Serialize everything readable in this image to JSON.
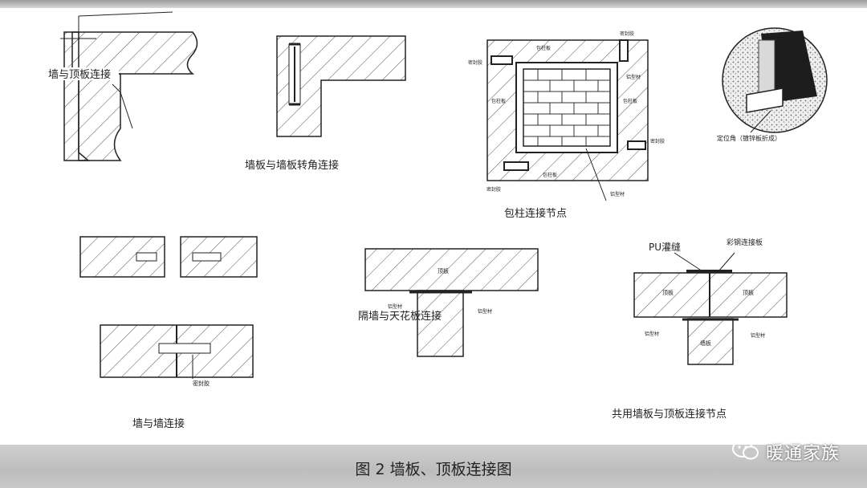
{
  "diagram": {
    "roof_wall": {
      "label": "墙与顶板连接"
    },
    "wall_corner": {
      "label": "墙板与墙板转角连接"
    },
    "column": {
      "label": "包柱连接节点",
      "tags": [
        "密封胶",
        "密封胶",
        "密封胶",
        "密封胶",
        "包柱板",
        "包柱板",
        "包柱板",
        "包柱板",
        "铝型材",
        "铝型材"
      ]
    },
    "locator": {
      "label": "定位角（镀锌板折成）"
    },
    "wall_wall": {
      "label": "墙与墙连接",
      "tag": "密封胶"
    },
    "partition": {
      "label": "隔墙与天花板连接",
      "tags": [
        "顶板",
        "铝型材",
        "铝型材"
      ]
    },
    "shared": {
      "label": "共用墙板与顶板连接节点",
      "pu_label": "PU灌缝",
      "plate_label": "彩钢连接板",
      "tags": [
        "顶板",
        "顶板",
        "铝型材",
        "铝型材",
        "墙板"
      ]
    }
  },
  "caption": "图 2 墙板、顶板连接图",
  "watermark": {
    "text": "暖通家族",
    "icon": "wechat-icon"
  }
}
